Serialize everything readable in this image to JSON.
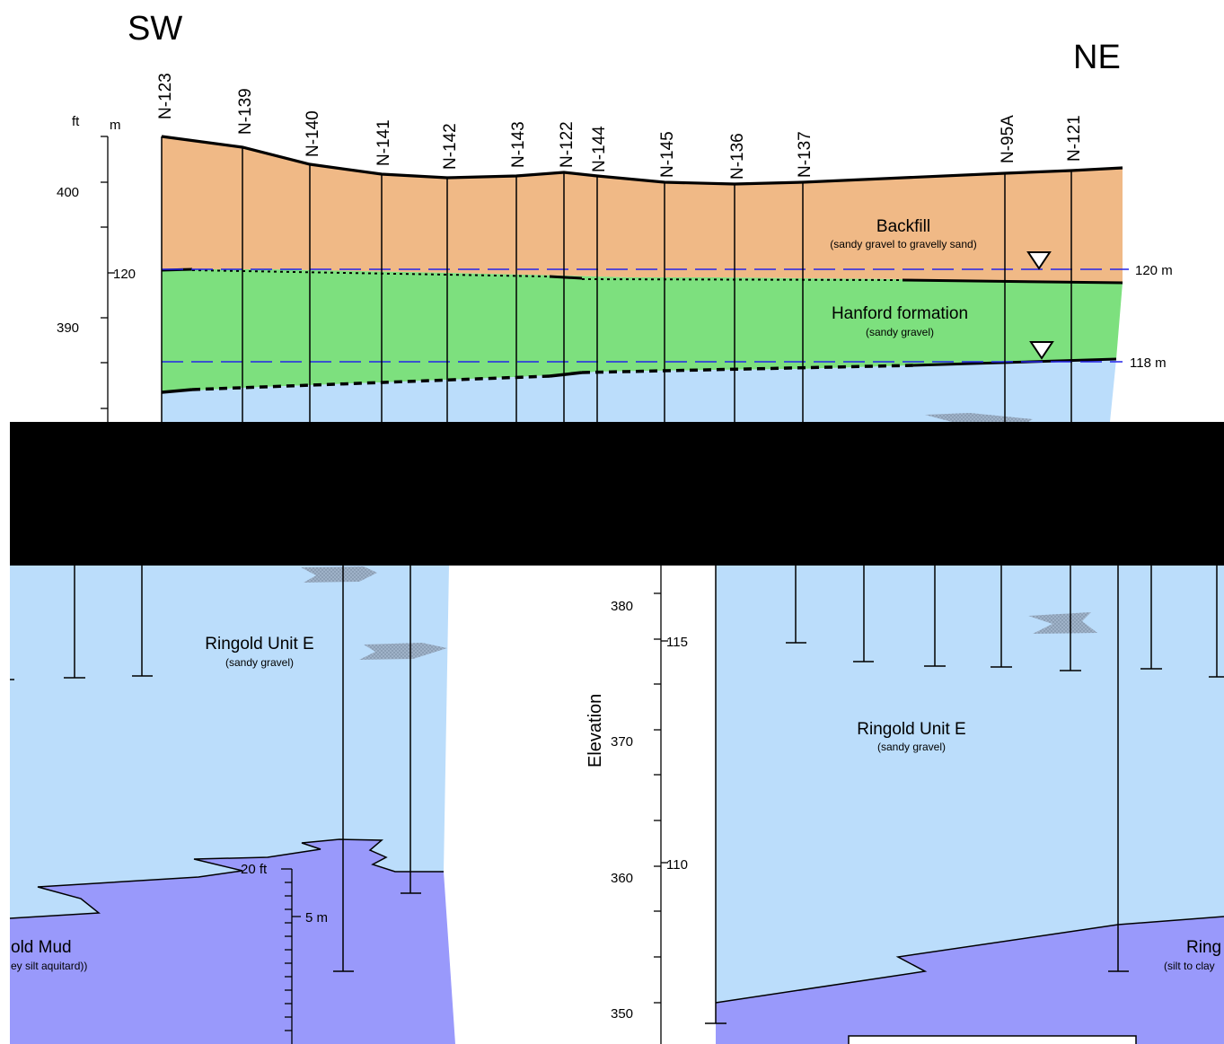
{
  "directions": {
    "left": "SW",
    "right": "NE"
  },
  "wells": [
    "N-123",
    "N-139",
    "N-140",
    "N-141",
    "N-142",
    "N-143",
    "N-122",
    "N-144",
    "N-145",
    "N-136",
    "N-137",
    "N-95A",
    "N-121"
  ],
  "axis_top": {
    "unit_ft": "ft",
    "unit_m": "m",
    "ft_labels": [
      "400",
      "390"
    ],
    "m_labels": [
      "120"
    ]
  },
  "axis_right": {
    "title": "Elevation",
    "ft_labels": [
      "380",
      "370",
      "360",
      "350"
    ],
    "m_labels": [
      "115",
      "110"
    ]
  },
  "scale_bar": {
    "ft_label": "20 ft",
    "m_label": "5 m"
  },
  "water_levels": {
    "upper": "120 m",
    "lower": "118 m"
  },
  "layers": {
    "backfill": {
      "name": "Backfill",
      "desc": "(sandy gravel to gravelly sand)",
      "color": "#F0B986"
    },
    "hanford": {
      "name": "Hanford formation",
      "desc": "(sandy gravel)",
      "color": "#7DE07E"
    },
    "ringold_e": {
      "name": "Ringold Unit E",
      "desc": "(sandy gravel)",
      "color": "#BBDDFB"
    },
    "ringold_mud_left": {
      "name": "old Mud",
      "desc": "ey silt aquitard))",
      "color": "#9999FB"
    },
    "ringold_mud_right": {
      "name": "Ring",
      "desc": "(silt to clay"
    }
  },
  "colors": {
    "water_line": "#2424E8",
    "redaction": "#000000"
  }
}
